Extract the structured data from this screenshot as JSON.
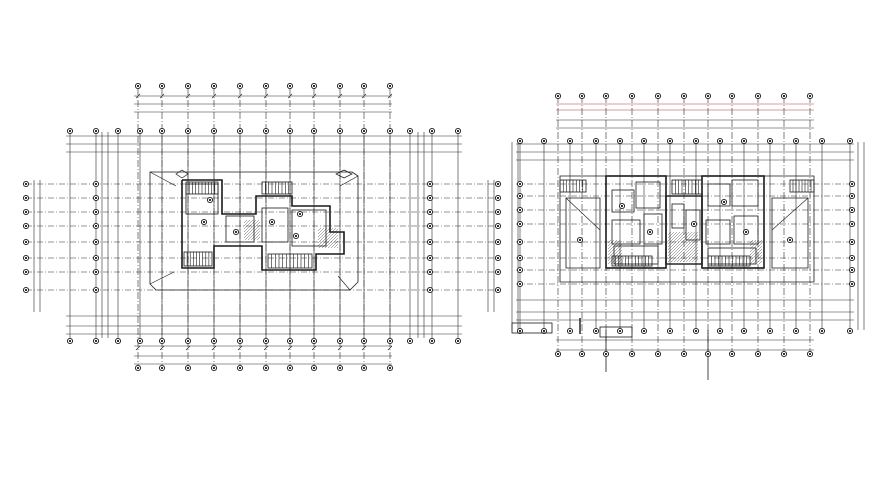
{
  "drawing": {
    "background": "#ffffff",
    "line_color": "#1a1a1a",
    "grid_line_color": "#2b2b2b",
    "accent_color": "#b23a3a",
    "plans": [
      {
        "name": "left-floor-plan",
        "grid_columns": 17,
        "grid_rows": 11
      },
      {
        "name": "right-floor-plan",
        "grid_columns": 13,
        "grid_rows": 9
      }
    ]
  }
}
